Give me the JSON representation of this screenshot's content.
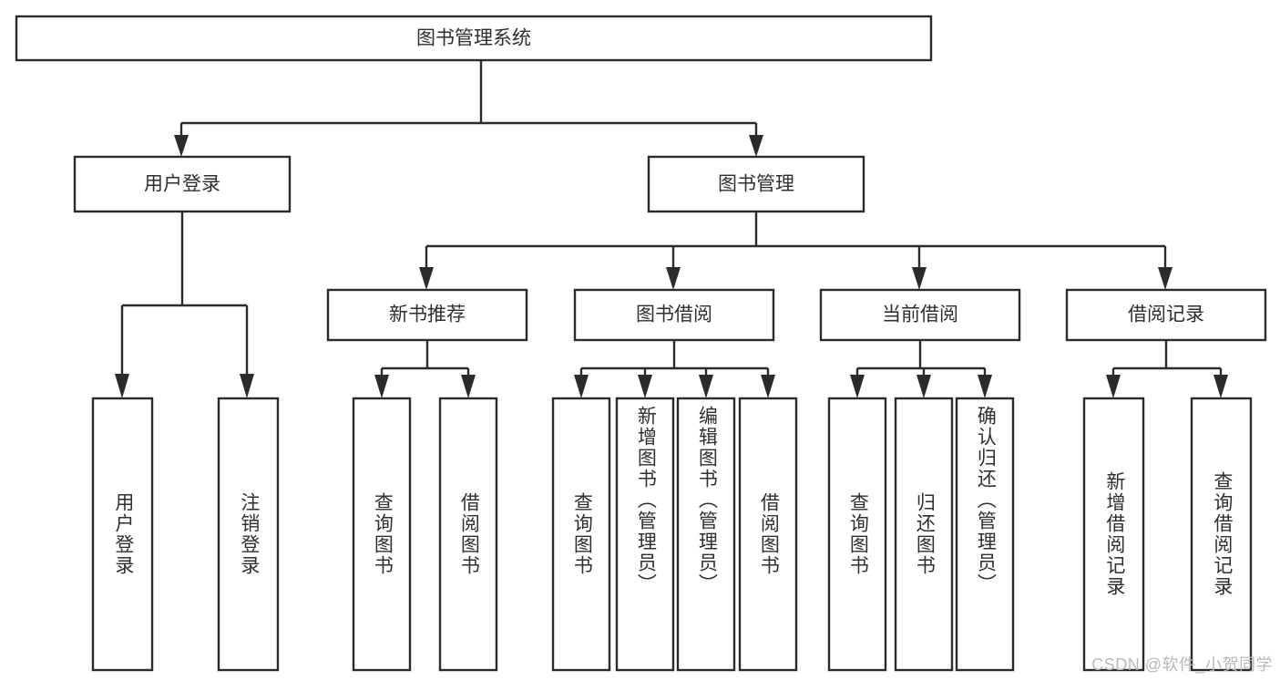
{
  "diagram": {
    "type": "tree",
    "title": "图书管理系统",
    "watermark": "CSDN @软件_小贺同学",
    "colors": {
      "stroke": "#2b2b2b",
      "text": "#2f2f2f",
      "background": "#ffffff",
      "watermark": "#b9b9b9"
    },
    "root": {
      "label": "图书管理系统"
    },
    "level2": [
      {
        "label": "用户登录"
      },
      {
        "label": "图书管理"
      }
    ],
    "level3": [
      {
        "label": "新书推荐"
      },
      {
        "label": "图书借阅"
      },
      {
        "label": "当前借阅"
      },
      {
        "label": "借阅记录"
      }
    ],
    "leaves": {
      "user_login": [
        {
          "label": "用户登录"
        },
        {
          "label": "注销登录"
        }
      ],
      "new_book_recommend": [
        {
          "label": "查询图书"
        },
        {
          "label": "借阅图书"
        }
      ],
      "book_borrow": [
        {
          "label": "查询图书"
        },
        {
          "label": "新增图书（管理员）"
        },
        {
          "label": "编辑图书（管理员）"
        },
        {
          "label": "借阅图书"
        }
      ],
      "current_borrow": [
        {
          "label": "查询图书"
        },
        {
          "label": "归还图书"
        },
        {
          "label": "确认归还（管理员）"
        }
      ],
      "borrow_record": [
        {
          "label": "新增借阅记录"
        },
        {
          "label": "查询借阅记录"
        }
      ]
    }
  }
}
